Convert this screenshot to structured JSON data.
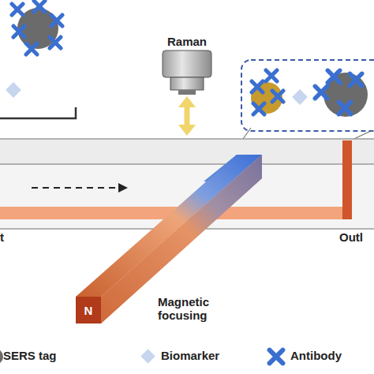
{
  "diagram": {
    "nodes": [
      {
        "text": [
          "Raman"
        ]
      },
      {
        "text": [
          "N",
          "Magnetic focusing"
        ]
      }
    ],
    "labels": [
      "t",
      "Outl"
    ],
    "legend": [
      {
        "text": "SERS tag"
      },
      {
        "text": "Biomarker"
      },
      {
        "text": "Antibody"
      }
    ]
  }
}
